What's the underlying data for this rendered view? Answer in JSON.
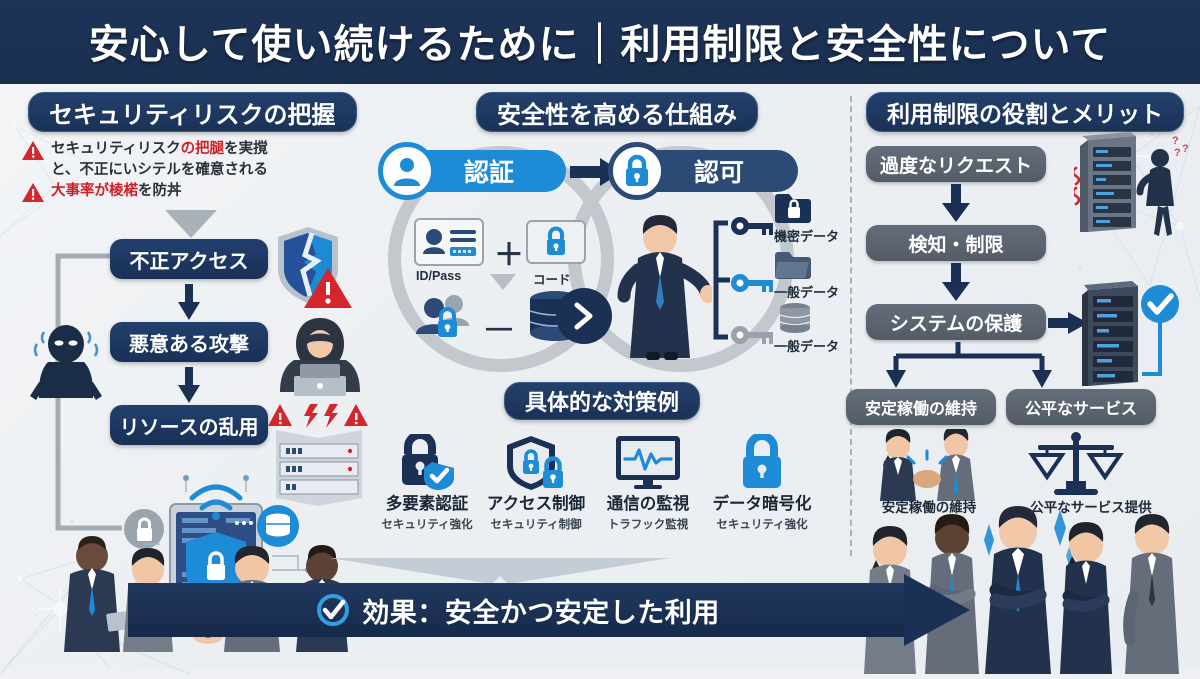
{
  "header": {
    "title": "安心して使い続けるために｜利用制限と安全性について"
  },
  "left": {
    "section_title": "セキュリティリスクの把握",
    "warnings": [
      {
        "icon": "warning-triangle-icon",
        "plain1": "セキュリティリスク",
        "highlight": "の把腿",
        "plain2": "を実撹"
      },
      {
        "icon": "",
        "plain1": "と、不正にいシテルを確意される",
        "highlight": "",
        "plain2": ""
      },
      {
        "icon": "warning-triangle-icon",
        "plain1": "",
        "highlight": "大事率が棱楉",
        "plain2": "を防丼"
      }
    ],
    "flow": [
      {
        "label": "不正アクセス"
      },
      {
        "label": "悪意ある攻撃"
      },
      {
        "label": "リソースの乱用"
      }
    ],
    "illustrations": [
      {
        "name": "broken-shield-icon"
      },
      {
        "name": "hacker-person-icon"
      },
      {
        "name": "hacker-laptop-icon"
      },
      {
        "name": "server-overload-icon"
      },
      {
        "name": "team-security-tablet-illustration"
      }
    ]
  },
  "center": {
    "section_title": "安全性を高める仕組み",
    "auth_step": {
      "label": "認証",
      "icon": "user-icon",
      "color": "#1e8bd6"
    },
    "authz_step": {
      "label": "認可",
      "icon": "lock-icon",
      "color": "#2b4a76"
    },
    "credentials": [
      {
        "label": "ID/Pass",
        "icon": "id-card-icon"
      },
      {
        "label": "＋",
        "icon": "plus-icon"
      },
      {
        "label": "コード",
        "icon": "lock-box-icon"
      }
    ],
    "credential_result": {
      "icon": "user-lock-icon",
      "link": "—",
      "target_icon": "database-icon"
    },
    "chevron": "chevron-right-icon",
    "access_levels": [
      {
        "key_color": "#1b3055",
        "label": "機密データ",
        "folder": "locked-folder-icon"
      },
      {
        "key_color": "#1e8bd6",
        "label": "一般データ",
        "folder": "open-folder-icon"
      },
      {
        "key_color": "#9aa3ad",
        "label": "一般データ",
        "folder": "database-icon"
      }
    ],
    "countermeasures_title": "具体的な対策例",
    "countermeasures": [
      {
        "name": "多要素認証",
        "sub": "セキュリティ強化",
        "icon": "lock-check-icon"
      },
      {
        "name": "アクセス制御",
        "sub": "セキュリティ制御",
        "icon": "shield-lock-icon"
      },
      {
        "name": "通信の監視",
        "sub": "トラフック監視",
        "icon": "monitor-pulse-icon"
      },
      {
        "name": "データ暗号化",
        "sub": "セキュリティ強化",
        "icon": "lock-icon"
      }
    ]
  },
  "right": {
    "section_title": "利用制限の役割とメリット",
    "flow": [
      {
        "label": "過度なリクエスト"
      },
      {
        "label": "検知・制限"
      },
      {
        "label": "システムの保護"
      }
    ],
    "benefits": [
      {
        "label": "安定稼働の維持",
        "caption": "安定稼働の維持",
        "icon": "handshake-icon"
      },
      {
        "label": "公平なサービス",
        "caption": "公平なサービス提供",
        "icon": "scales-balance-icon"
      }
    ],
    "illustrations": [
      {
        "name": "server-alert-person-icon"
      },
      {
        "name": "server-verified-icon"
      },
      {
        "name": "team-group-illustration"
      }
    ]
  },
  "banner": {
    "icon": "check-circle-icon",
    "text": "効果：安全かつ安定した利用"
  },
  "colors": {
    "navy": "#1b3055",
    "navy_light": "#23406c",
    "slate": "#5b6470",
    "accent_blue": "#1e8bd6",
    "alert_red": "#cf2027",
    "background": "#eef0f3"
  }
}
